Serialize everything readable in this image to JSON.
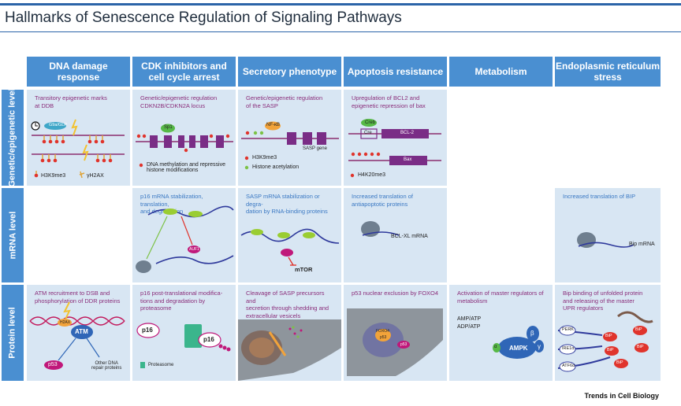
{
  "title": "Hallmarks of Senescence Regulation of Signaling Pathways",
  "columns": [
    {
      "id": "dna",
      "label_1": "DNA damage",
      "label_2": "response"
    },
    {
      "id": "cdk",
      "label_1": "CDK inhibitors and",
      "label_2": "cell cycle arrest"
    },
    {
      "id": "sec",
      "label_1": "Secretory phenotype",
      "label_2": ""
    },
    {
      "id": "apo",
      "label_1": "Apoptosis resistance",
      "label_2": ""
    },
    {
      "id": "met",
      "label_1": "Metabolism",
      "label_2": ""
    },
    {
      "id": "er",
      "label_1": "Endoplasmic reticulum",
      "label_2": "stress"
    }
  ],
  "rows": [
    {
      "id": "genetic",
      "label": "Genetic/epigenetic level"
    },
    {
      "id": "mrna",
      "label": "mRNA level"
    },
    {
      "id": "protein",
      "label": "Protein level"
    }
  ],
  "cells": {
    "genetic_dna": {
      "text_1": "Transitory epigenetic marks",
      "text_2": "at DDB",
      "g9a": "G9a/GLP",
      "legend_1": "H3K9me3",
      "legend_2": "γH2AX"
    },
    "genetic_cdk": {
      "text_1": "Genetic/epigenetic regulation",
      "text_2": "CDKN2B/CDKN2A locus",
      "sp1": "Sp1",
      "legend_1": "DNA methylation and repressive",
      "legend_2": "histone modifications"
    },
    "genetic_sec": {
      "text_1": "Genetic/epigenetic regulation",
      "text_2": "of the SASP",
      "nfkb": "NF-κB",
      "gene": "SASP gene",
      "legend_1": "H3K9me3",
      "legend_2": "Histone acetylation"
    },
    "genetic_apo": {
      "text_1": "Upregulation of BCL2 and",
      "text_2": "epigenetic repression of bax",
      "creb": "Creb",
      "cre": "Cre",
      "bcl2": "BCL-2",
      "bax": "Bax",
      "legend_1": "H4K20me3"
    },
    "mrna_cdk": {
      "text_1": "p16 mRNA stabilization, translation,",
      "text_2": "and degradation",
      "auf1": "AUF1"
    },
    "mrna_sec": {
      "text_1": "SASP mRNA stabilization or degra-",
      "text_2": "dation by RNA-binding proteins",
      "mtor": "mTOR"
    },
    "mrna_apo": {
      "text_1": "Increased translation of",
      "text_2": "antiapoptotic proteins",
      "label": "BCL-XL mRNA"
    },
    "mrna_er": {
      "text_1": "Increased translation of BIP",
      "label": "Bip mRNA"
    },
    "protein_dna": {
      "text_1": "ATM recruitment to DSB and",
      "text_2": "phosphorylation of DDR proteins",
      "h2ax": "H2AX",
      "atm": "ATM",
      "p53": "p53",
      "other_1": "Other DNA",
      "other_2": "repair proteins"
    },
    "protein_cdk": {
      "text_1": "p16 post-translational modifica-",
      "text_2": "tions and degradation by",
      "text_3": "proteasome",
      "p16a": "p16",
      "p16b": "p16",
      "legend": "Proteasome"
    },
    "protein_sec": {
      "text_1": "Cleavage of SASP precursors and",
      "text_2": "secretion through shedding and",
      "text_3": "extracellular vesicels"
    },
    "protein_apo": {
      "text_1": "p53 nuclear exclusion by FOXO4",
      "foxo4": "FOXO4",
      "p53a": "p53",
      "p53b": "p53"
    },
    "protein_met": {
      "text_1": "Activation of master regulators of",
      "text_2": "metabolism",
      "amp": "AMP/ATP",
      "adp": "ADP/ATP",
      "ampk": "AMPK",
      "beta": "β",
      "gamma": "γ",
      "alpha": "α"
    },
    "protein_er": {
      "text_1": "Bip binding of unfolded protein",
      "text_2": "and releasing of the master",
      "text_3": "UPR regulators",
      "perk": "PERK",
      "ire1": "IRE1α",
      "atf6": "ATF6α",
      "bip": "BiP"
    }
  },
  "footer": "Trends in Cell Biology",
  "colors": {
    "header": "#4a8fd1",
    "cell": "#d8e6f3",
    "magenta": "#8a2d7a",
    "blue_text": "#3a78c3",
    "dna_line": "#8b2d6e",
    "gene_box": "#7a2d86",
    "mrna_line": "#2f3a9c"
  }
}
